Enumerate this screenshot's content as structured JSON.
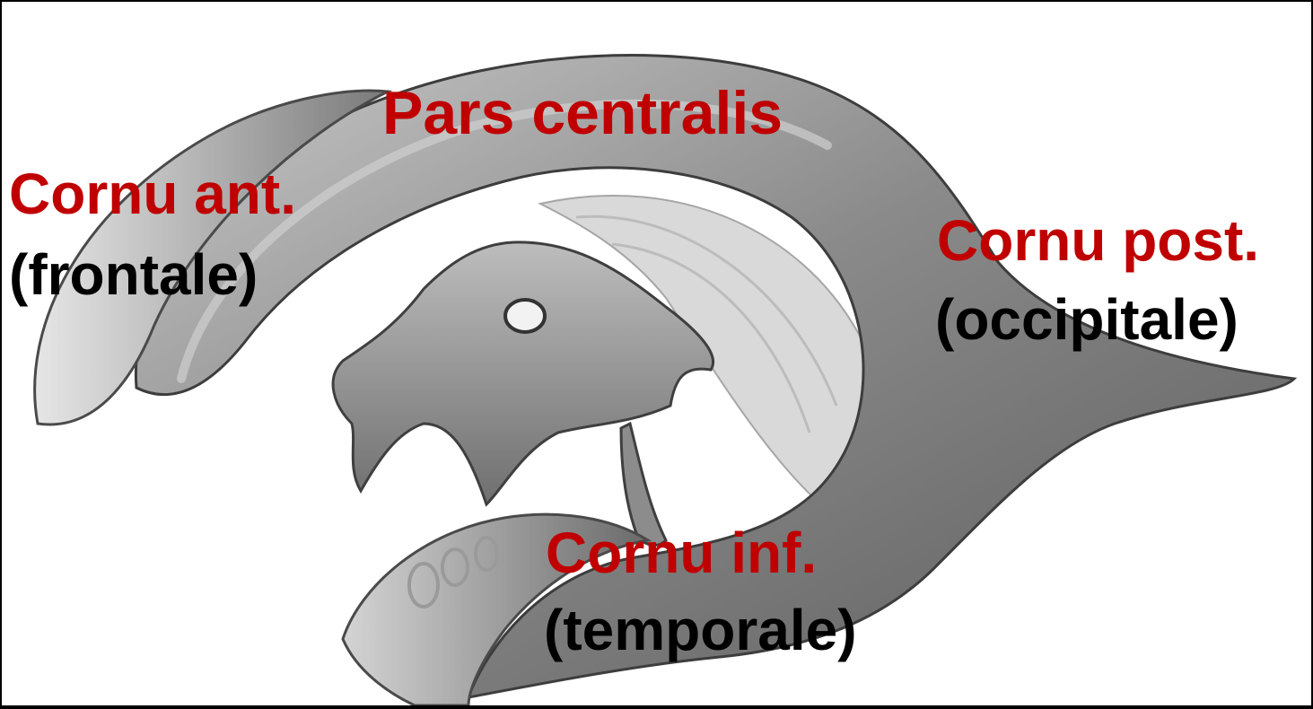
{
  "colors": {
    "label_primary": "#c00000",
    "label_secondary": "#000000",
    "background": "#ffffff",
    "border": "#000000",
    "ventricle_fill": "#8f8f8f",
    "ventricle_shadow": "#555555"
  },
  "labels": {
    "pars_centralis": "Pars centralis",
    "cornu_anterius": "Cornu ant.",
    "cornu_anterius_alt": "(frontale)",
    "cornu_posterius": "Cornu post.",
    "cornu_posterius_alt": "(occipitale)",
    "cornu_inferius": "Cornu inf.",
    "cornu_inferius_alt": "(temporale)"
  }
}
